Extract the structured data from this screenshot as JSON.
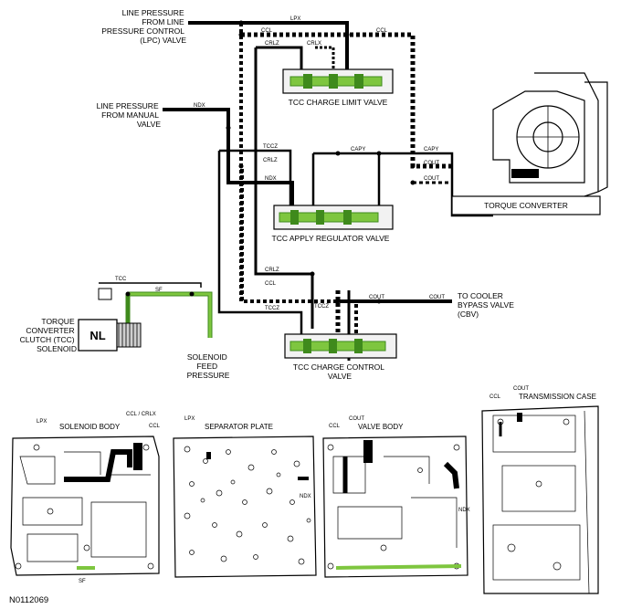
{
  "labels": {
    "line_pressure_lpc": [
      "LINE PRESSURE",
      "FROM LINE",
      "PRESSURE CONTROL",
      "(LPC) VALVE"
    ],
    "line_pressure_manual": [
      "LINE PRESSURE",
      "FROM MANUAL",
      "VALVE"
    ],
    "tcc_solenoid": [
      "TORQUE",
      "CONVERTER",
      "CLUTCH (TCC)",
      "SOLENOID"
    ],
    "solenoid_feed": [
      "SOLENOID",
      "FEED",
      "PRESSURE"
    ],
    "to_cooler": [
      "TO COOLER",
      "BYPASS VALVE",
      "(CBV)"
    ],
    "tcc_charge_control": [
      "TCC CHARGE CONTROL",
      "VALVE"
    ],
    "tcc_charge_limit": "TCC CHARGE LIMIT VALVE",
    "tcc_apply_regulator": "TCC APPLY REGULATOR VALVE",
    "torque_converter": "TORQUE CONVERTER",
    "nl": "NL",
    "figure_id": "N0112069"
  },
  "circuits": {
    "lpx": "LPX",
    "ccl": "CCL",
    "crlz": "CRLZ",
    "crlx": "CRLX",
    "ndx": "NDX",
    "tccz": "TCCZ",
    "capy": "CAPY",
    "cout": "COUT",
    "tcc": "TCC",
    "sf": "SF"
  },
  "panels": {
    "solenoid_body": {
      "title": "SOLENOID BODY",
      "tags": [
        "LPX",
        "CCL / CRLX",
        "CCL",
        "SF"
      ]
    },
    "separator_plate": {
      "title": "SEPARATOR PLATE",
      "tags": [
        "LPX",
        "NDX"
      ]
    },
    "valve_body": {
      "title": "VALVE BODY",
      "tags": [
        "CCL",
        "COUT",
        "NDX"
      ]
    },
    "transmission_case": {
      "title": "TRANSMISSION CASE",
      "tags": [
        "CCL",
        "COUT"
      ]
    }
  },
  "colors": {
    "ink": "#000000",
    "highlight": "#7ec63f",
    "highlight_dark": "#3f8a1c",
    "paper": "#ffffff"
  }
}
